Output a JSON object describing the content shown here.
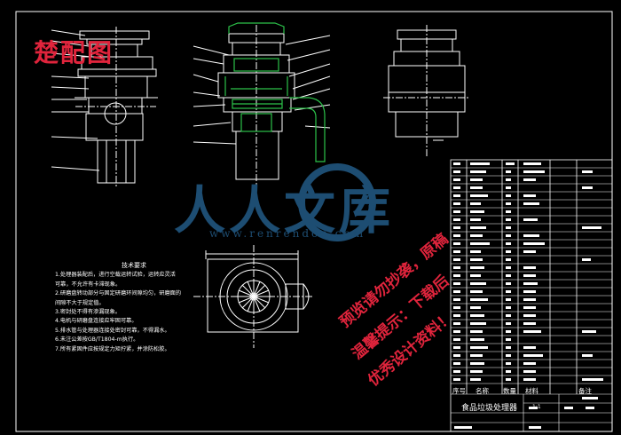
{
  "drawing": {
    "title": "食品垃圾处理器",
    "tech_notes_title": "技术要求",
    "tech_notes": [
      "1.处理器装配后，进行空载运转试验，运转应灵活",
      "  可靠，不允许有卡滞现象。",
      "2.研磨盘转动部分与固定研磨环间隙均匀，研磨面的",
      "  间隙不大于规定值。",
      "3.密封处不得有渗漏现象。",
      "4.电机与研磨盘连接应牢固可靠。",
      "5.排水管与处理器连接处密封可靠，不得漏水。",
      "6.未注公差按GB/T1804-m执行。",
      "7.所有紧固件应按规定力矩拧紧，并涂防松胶。"
    ],
    "scale": "1:1",
    "bom_header": [
      "序号",
      "名称",
      "数量",
      "材料",
      "备注"
    ]
  },
  "watermarks": {
    "top_left": "楚配图",
    "site_logo": "人人文库",
    "site_url": "www.renrendoc.com",
    "promo_lines": [
      "预览请勿抄袭，原稿",
      "温馨提示：下载后",
      "优秀设计资料！"
    ]
  },
  "colors": {
    "background": "#000000",
    "line": "#ffffff",
    "accent_green": "#2cc24a",
    "watermark_red": "#e0243c",
    "watermark_blue": "#1d4d72"
  }
}
